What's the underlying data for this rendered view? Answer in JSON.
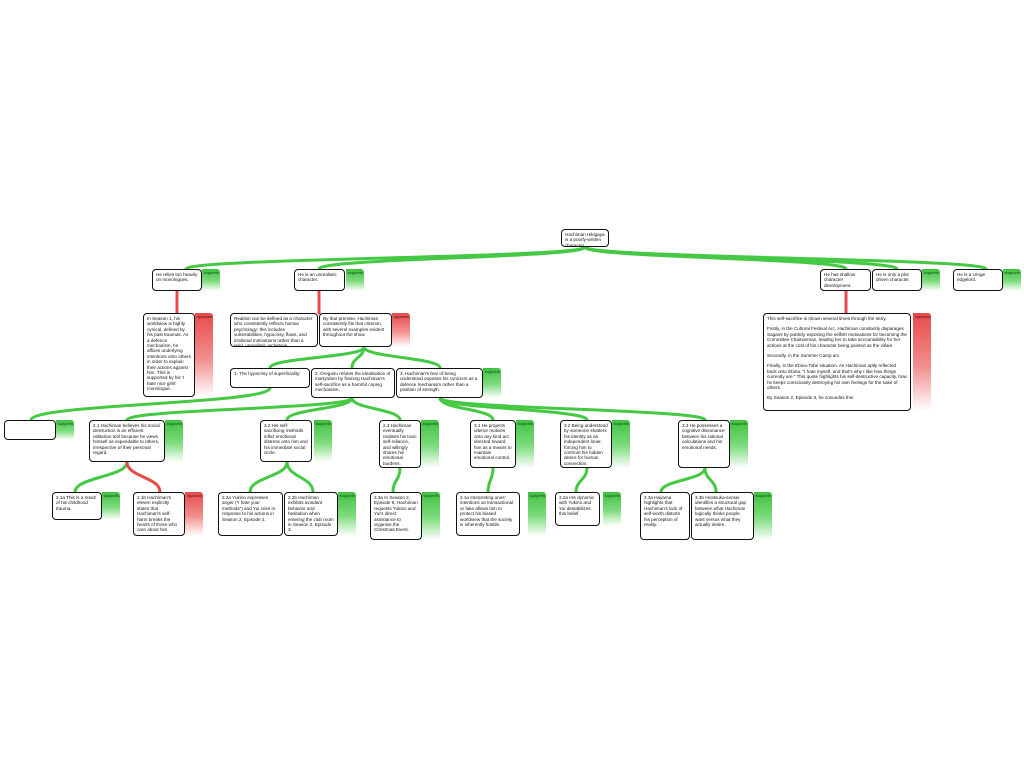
{
  "colors": {
    "support": "#3ec13e",
    "oppose": "#e84a4a",
    "link_support": "#45c945",
    "link_oppose": "#e84a4a"
  },
  "labels": {
    "supports": "supports",
    "opposes": "opposes"
  },
  "thesis": {
    "text": "Hachiman Hikigaya is a poorly-written character."
  },
  "nodes": {
    "n_monologues": {
      "text": "He relies too heavily on monologues."
    },
    "n_season1": {
      "text": "In Season 1, his worldview is highly cynical, defined by his past traumas. As a defence mechanism, he affixes underlying intentions onto others in order to explain their actions against him. This is supported by his 'I hate nice girls' monologue."
    },
    "n_unrealistic": {
      "text": "He is an unrealistic character."
    },
    "n_realism": {
      "text": "Realism can be defined as a character who consistently reflects human psychology; this includes vulnerabilities, hypocrisy, flaws, and irrational motivations rather than a rigid, unrealistic archetype."
    },
    "n_premise": {
      "text": "By that premise, Hachiman consistently fits that criterion, with several examples evident throughout the show."
    },
    "p1": {
      "text": "1. The hypocrisy of superficiality:"
    },
    "p2": {
      "text": "2. Oregairu refutes the idealisation of martyrdom by framing Hachiman's self-sacrifice as a harmful coping mechanism."
    },
    "p3": {
      "text": "3. Hachiman's fear of being understood exposes his cynicism as a defence mechanism rather than a position of strength."
    },
    "p1_empty": {
      "text": ""
    },
    "p21": {
      "text": "2.1 Hachiman believes his social destruction is an efficient utilitarian tool because he views himself as expendable to others, irrespective of their personal regard."
    },
    "p21a": {
      "text": "2.1a This is a result of his childhood trauma."
    },
    "p21b": {
      "text": "2.1b Hachiman's eleven explicitly states that Hachiman's self-harm breaks the hearts of those who care about him."
    },
    "p22": {
      "text": "2.2 His self-sacrificing methods inflict emotional distress onto him and his immediate social circle."
    },
    "p22a": {
      "text": "2.2a Yukino expresses anger (\"I hate your methods\") and Yui cries in response to his actions in Season 2, Episode 2."
    },
    "p22b": {
      "text": "2.2b Hachiman exhibits avoidant behavior and hesitation when entering the club room in Season 2, Episode 3."
    },
    "p23": {
      "text": "2.3 Hachiman eventually realises his toxic self-reliance, and willingly shares his emotional burdens."
    },
    "p23a": {
      "text": "2.3a In Season 2, Episode 8, Hachiman requests Yukino and Yui's direct assistance to organise the Christmas Event."
    },
    "p31": {
      "text": "3.1 He projects ulterior motives onto any kind act directed toward him as a means to maintain emotional control."
    },
    "p31a": {
      "text": "3.1a Interpreting ones' intentions as transactional or fake allows him to protect his biased worldview that the society is inherently hostile."
    },
    "p32": {
      "text": "3.2 Being understood by someone shatters his identity as an independent loner, forcing him to confront his hidden desire for human connection."
    },
    "p32a": {
      "text": "3.2a His dynamic with Yukino and Yui destabilizes this belief."
    },
    "p33": {
      "text": "3.3 He possesses a cognitive dissonance between his rational calculations and his emotional needs."
    },
    "p33a": {
      "text": "3.3a Hayama highlights that Hachiman's lack of self-worth distorts his perception of reality."
    },
    "p33b": {
      "text": "3.3b Hiratsuka-sensei identifies a structural gap between what Hachiman logically thinks people want versus what they actually desire."
    },
    "n_shallow": {
      "text": "He has shallow character development."
    },
    "n_selfsac": {
      "paragraphs": [
        "This self-sacrifice is shown several times through the story.",
        "Firstly, in the Cultural Festival Arc, Hachiman constantly disparages Sagami by publicly exposing the selfish motivations for becoming the Committee Chairwoman, leading her to take accountability for her actions at the cost of his character being painted as the villain.",
        "Secondly, in the Summer Camp arc.",
        "Finally, in the Ebina-Tobe situation. As Hachiman aptly reflected back onto Ebina, \"I hate myself, and that's why I like how things currently are.\" This quote highlights his self-destructive capacity, how he keeps consciously destroying his own feelings for the sake of others.",
        "By Season 2, Episode 8, he concedes this"
      ]
    },
    "n_plotdriven": {
      "text": "He is only a plot driven character."
    },
    "n_edgelord": {
      "text": "He is a cringe edgelord."
    }
  }
}
